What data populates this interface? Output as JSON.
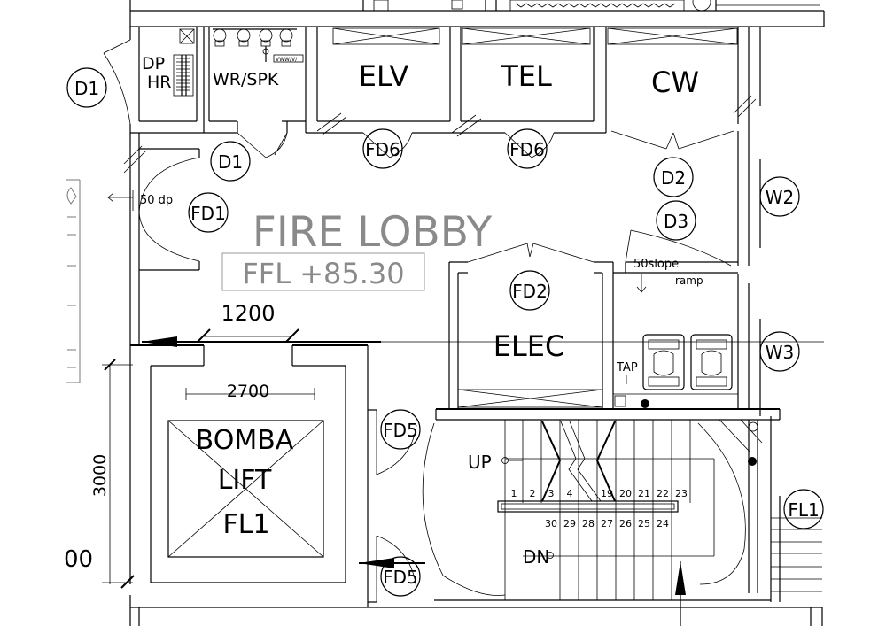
{
  "rooms": {
    "dp": "DP",
    "hr": "HR",
    "wr_spk": "WR/SPK",
    "elv": "ELV",
    "tel": "TEL",
    "cw": "CW",
    "fire_lobby": "FIRE LOBBY",
    "ffl": "FFL +85.30",
    "elec": "ELEC",
    "bomba1": "BOMBA",
    "bomba2": "LIFT",
    "bomba3": "FL1",
    "tap": "TAP"
  },
  "tags": {
    "d1_left": "D1",
    "d1_lobby": "D1",
    "fd1": "FD1",
    "fd6_a": "FD6",
    "fd6_b": "FD6",
    "d2": "D2",
    "d3": "D3",
    "w2": "W2",
    "w3": "W3",
    "fd2": "FD2",
    "fd5_a": "FD5",
    "fd5_b": "FD5",
    "fl1": "FL1"
  },
  "annotations": {
    "dp50": "50 dp",
    "slope": "50slope",
    "ramp": "ramp",
    "up": "UP",
    "dn": "DN",
    "left_partial": "00",
    "vwww": "VWW/V/"
  },
  "dimensions": {
    "d1200": "1200",
    "d2700": "2700",
    "d3000": "3000"
  },
  "stairs": {
    "upper": [
      "1",
      "2",
      "3",
      "4",
      "19",
      "20",
      "21",
      "22",
      "23"
    ],
    "lower": [
      "30",
      "29",
      "28",
      "27",
      "26",
      "25",
      "24"
    ]
  }
}
